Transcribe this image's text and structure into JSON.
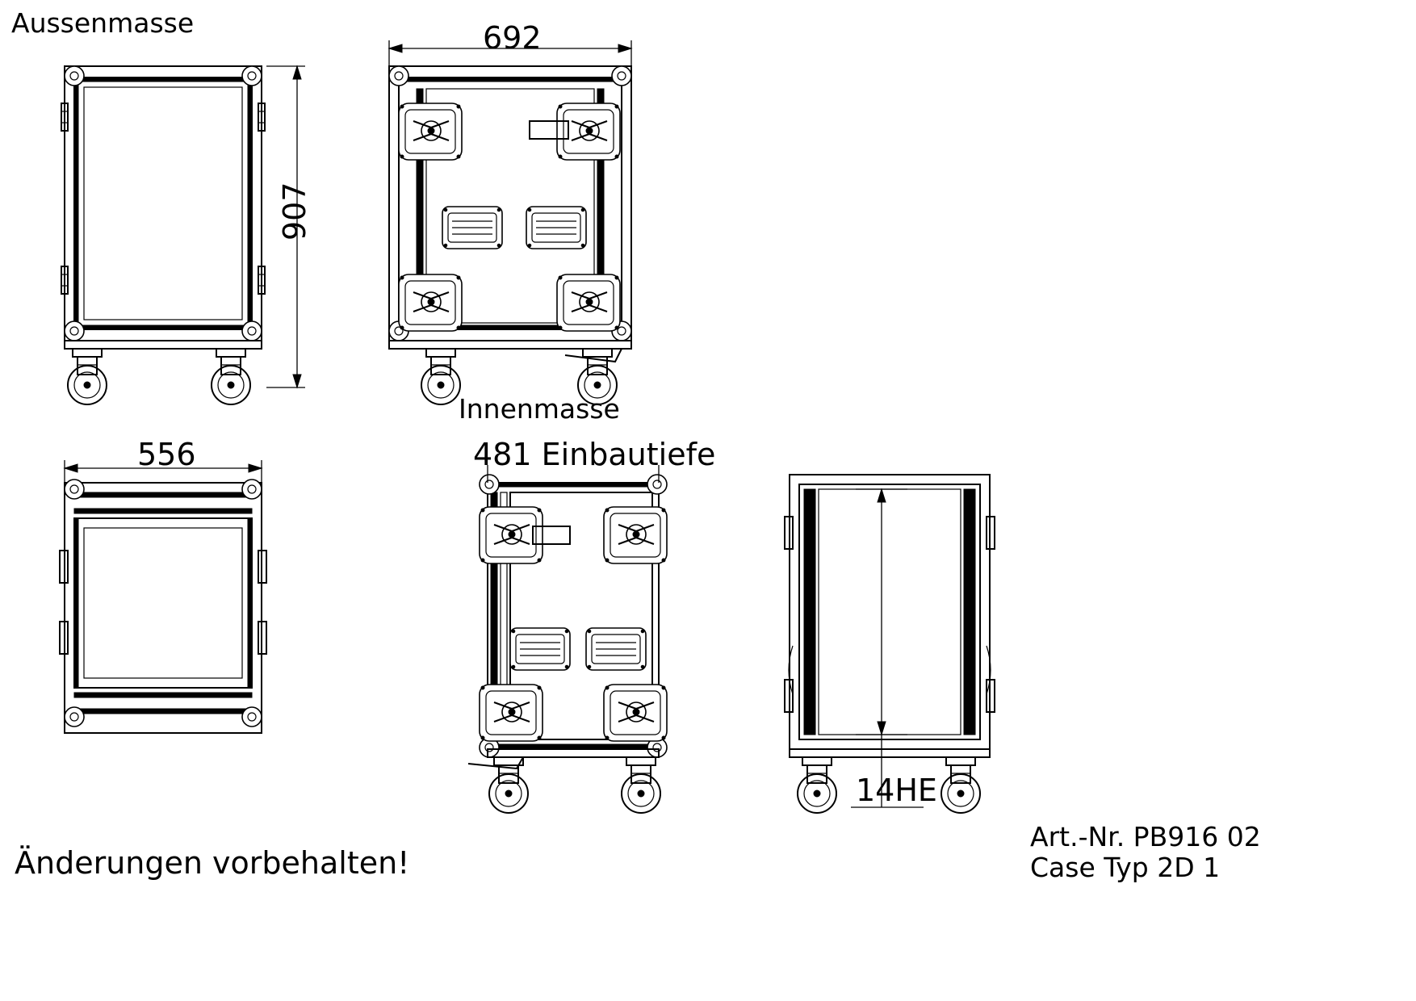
{
  "labels": {
    "outer_dims": "Aussenmasse",
    "inner_dims": "Innenmasse",
    "dim_width_outer": "692",
    "dim_height_outer": "907",
    "dim_width_inner": "556",
    "dim_depth_inner": "481 Einbautiefe",
    "dim_rack_units": "14HE",
    "disclaimer": "Änderungen vorbehalten!",
    "article_number": "Art.-Nr.  PB916 02",
    "case_type": "Case Typ 2D 1"
  }
}
